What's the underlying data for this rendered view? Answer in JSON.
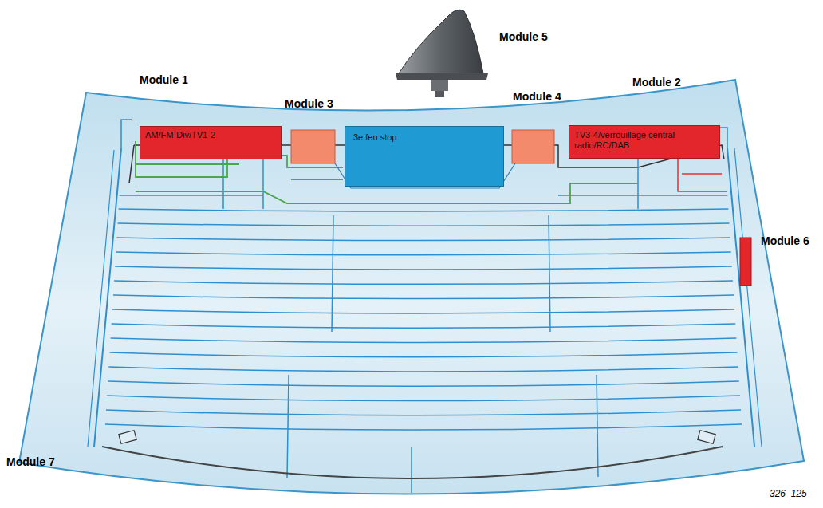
{
  "diagram": {
    "nodes": [
      {
        "text": [
          "AM/FM-Div/TV1-2"
        ]
      },
      {
        "text": [
          "3e feu stop"
        ]
      },
      {
        "text": [
          "TV3-4/verrouillage central radio/RC/DAB"
        ]
      }
    ],
    "labels": [
      "Module 5",
      "Module 1",
      "Module 3",
      "Module 4",
      "Module 2",
      "Module 6",
      "Module 7",
      "326_125"
    ]
  }
}
